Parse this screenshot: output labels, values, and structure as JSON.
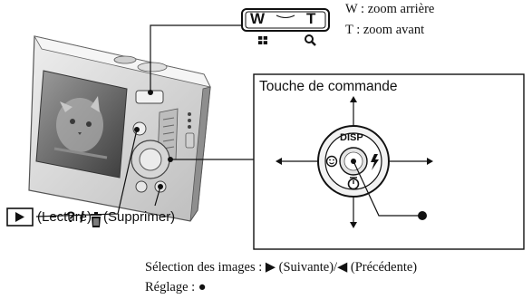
{
  "zoom_lever": {
    "w_key": "W",
    "t_key": "T",
    "w_desc": "W : zoom arrière",
    "t_desc": "T : zoom avant",
    "icons": [
      "index-grid-icon",
      "magnifier-icon"
    ]
  },
  "control_box": {
    "title": "Touche de commande",
    "disp_label": "DISP",
    "icons": [
      "triangle-up-icon",
      "triangle-down-icon",
      "triangle-left-icon",
      "triangle-right-icon",
      "smile-icon",
      "flash-icon",
      "self-timer-icon"
    ]
  },
  "labels": {
    "playback": "(Lecture)",
    "delete_symbols": "? /",
    "delete": "(Supprimer)"
  },
  "captions": {
    "line1": "Sélection des images : ▶ (Suivante)/◀ (Précédente)",
    "line2": "Réglage : ●"
  },
  "colors": {
    "ink": "#111111",
    "camera_body": "#d9d9d9",
    "camera_shadow": "#9a9a9a",
    "screen": "#5a5a5a"
  }
}
